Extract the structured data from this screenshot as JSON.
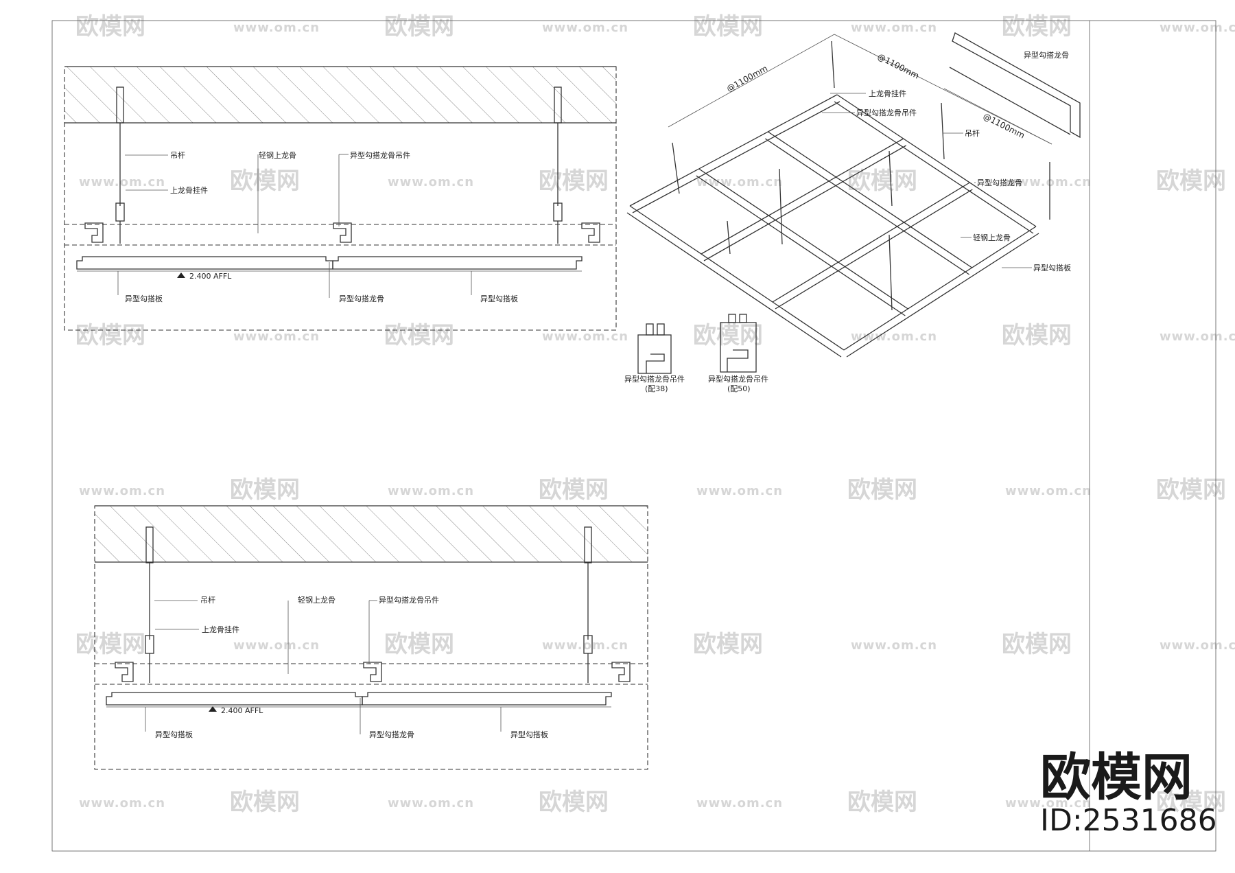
{
  "labels": {
    "hanger_rod": "吊杆",
    "main_runner_clip": "上龙骨挂件",
    "light_steel_main_runner": "轻钢上龙骨",
    "special_hook_runner_clip": "异型勾搭龙骨吊件",
    "special_hook_runner": "异型勾搭龙骨",
    "special_hook_panel": "异型勾搭板",
    "level_mark": "2.400  AFFL",
    "spacing_a": "@1100mm",
    "spacing_b": "@1100mm",
    "spacing_c": "@1100mm",
    "clip_38": "异型勾搭龙骨吊件",
    "clip_38_note": "(配38)",
    "clip_50": "异型勾搭龙骨吊件",
    "clip_50_note": "(配50)"
  },
  "watermark": {
    "brand": "欧模网",
    "url": "www.om.cn",
    "url_short": "om.cn",
    "id": "ID:2531686"
  },
  "colors": {
    "line": "#333333",
    "watermark": "#d6d6d6",
    "background": "#ffffff"
  }
}
